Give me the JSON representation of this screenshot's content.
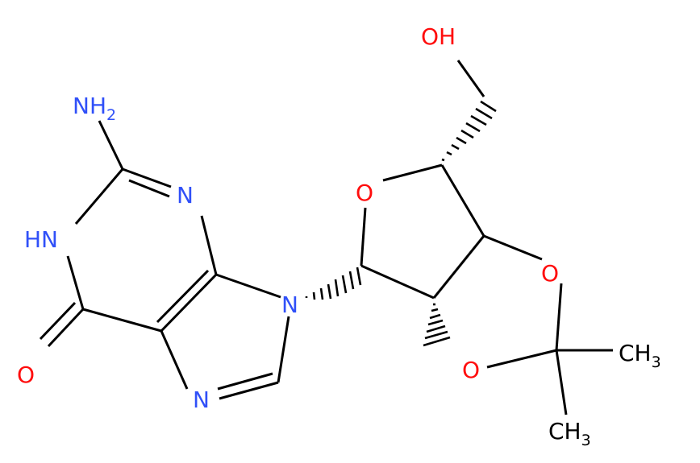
{
  "colors": {
    "bond": "#000000",
    "nitrogen": "#3050f8",
    "oxygen": "#ff0d0d",
    "carbon_label": "#000000"
  },
  "labels": {
    "nh2_main": "NH",
    "nh2_sub": "2",
    "n_ring_top": "N",
    "hn_ring": "HN",
    "o_carbonyl": "O",
    "n_imidazole_bottom": "N",
    "n9": "N",
    "o_furanose": "O",
    "oh": "OH",
    "o_dioxolane_right": "O",
    "o_dioxolane_bottom": "O",
    "ch3_top_main": "CH",
    "ch3_top_sub": "3",
    "ch3_bottom_main": "CH",
    "ch3_bottom_sub": "3"
  }
}
